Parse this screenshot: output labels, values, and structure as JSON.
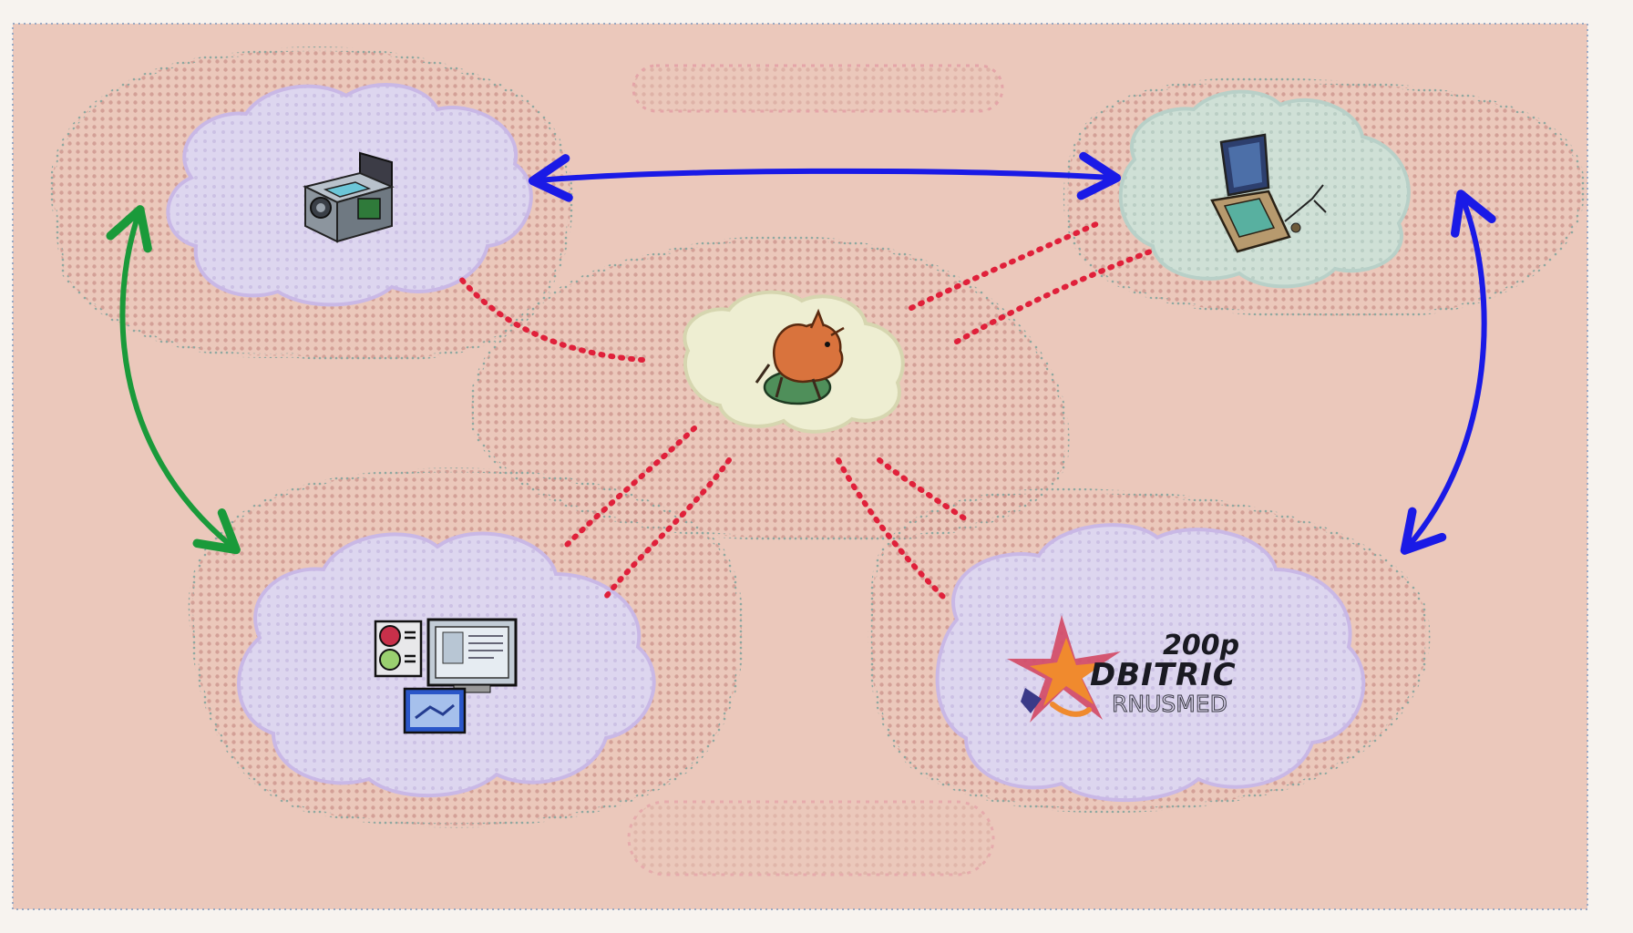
{
  "diagram": {
    "nodes": [
      {
        "id": "camera",
        "icon": "projector-camera-icon"
      },
      {
        "id": "laptop",
        "icon": "laptop-icon"
      },
      {
        "id": "center",
        "icon": "creature-icon"
      },
      {
        "id": "workstation",
        "icon": "computer-workstation-icon"
      },
      {
        "id": "brand",
        "icon": "starburst-logo-icon"
      }
    ],
    "brand_logo": {
      "line1": "200p",
      "line2": "DBITRIC",
      "line3": "RNUSMED"
    },
    "connections": [
      {
        "from": "camera",
        "to": "laptop",
        "style": "solid",
        "color": "#1a1ae6"
      },
      {
        "from": "camera",
        "to": "workstation",
        "style": "solid",
        "color": "#1a9a3a"
      },
      {
        "from": "laptop",
        "to": "brand",
        "style": "solid",
        "color": "#1a1ae6"
      },
      {
        "from": "center",
        "to": "camera",
        "style": "dotted",
        "color": "#e0203a"
      },
      {
        "from": "center",
        "to": "laptop",
        "style": "dotted",
        "color": "#e0203a"
      },
      {
        "from": "center",
        "to": "workstation",
        "style": "dotted",
        "color": "#e0203a"
      },
      {
        "from": "center",
        "to": "brand",
        "style": "dotted",
        "color": "#e0203a"
      }
    ],
    "colors": {
      "background": "#ebc8bb",
      "cloud_lavender": "#ddd6ef",
      "cloud_mint": "#cfe0d6",
      "cloud_cream": "#eeeed2",
      "blue_arrow": "#1a1ae6",
      "green_arrow": "#1a9a3a",
      "red_dots": "#e0203a"
    }
  }
}
